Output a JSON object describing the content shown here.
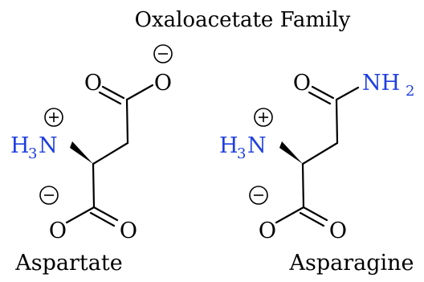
{
  "title": "Oxaloacetate Family",
  "colors": {
    "atom": "#000000",
    "nitrogen_group": "#1f3fe0"
  },
  "molecules": [
    {
      "name": "Aspartate",
      "atoms": {
        "carbonyl_o": "O",
        "carboxylate_o": "O",
        "amine_h": "H",
        "amine_sub": "3",
        "amine_n": "N",
        "bottom_o_left": "O",
        "bottom_o_right": "O"
      },
      "charges": [
        "minus",
        "plus",
        "minus"
      ]
    },
    {
      "name": "Asparagine",
      "atoms": {
        "carbonyl_o": "O",
        "amide_n": "NH",
        "amide_sub": "2",
        "amine_h": "H",
        "amine_sub": "3",
        "amine_n": "N",
        "bottom_o_left": "O",
        "bottom_o_right": "O"
      },
      "charges": [
        "plus",
        "minus"
      ]
    }
  ]
}
